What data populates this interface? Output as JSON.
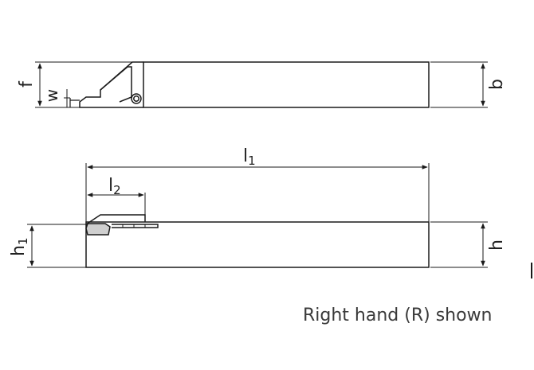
{
  "diagram": {
    "labels": {
      "f": "f",
      "w": "w",
      "b": "b",
      "l1_main": "l",
      "l1_sub": "1",
      "l2_main": "l",
      "l2_sub": "2",
      "h1_main": "h",
      "h1_sub": "1",
      "h": "h"
    },
    "caption": "Right hand (R) shown",
    "colors": {
      "line": "#1a1a1a",
      "insert_fill": "#cfcfcf",
      "text": "#222222"
    }
  }
}
